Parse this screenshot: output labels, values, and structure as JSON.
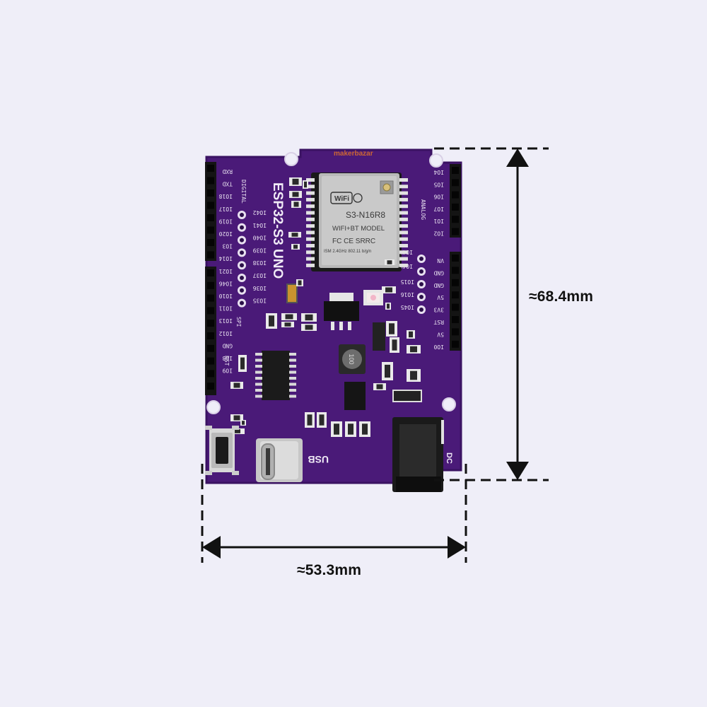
{
  "dimensions": {
    "height_label": "≈68.4mm",
    "width_label": "≈53.3mm"
  },
  "board": {
    "name_silkscreen": "ESP32-S3 UNO",
    "brand_logo": "makerbazar",
    "pcb_color": "#4a1a78",
    "background_color": "#efeef8",
    "labels": {
      "usb": "USB",
      "dc": "DC",
      "digital": "DIGITAL",
      "analog": "ANALOG",
      "spi": "SPI",
      "inductor": "100"
    },
    "left_header_labels": [
      "RXD",
      "TXD",
      "IO18",
      "IO17",
      "IO19",
      "IO20",
      "IO3",
      "IO14",
      "IO21",
      "IO46",
      "IO10",
      "IO11",
      "IO13",
      "IO12",
      "GND",
      "IO8",
      "IO9"
    ],
    "right_header_labels": [
      "IO4",
      "IO5",
      "IO6",
      "IO7",
      "IO1",
      "IO2"
    ],
    "power_header_labels": [
      "VN",
      "GND",
      "GND",
      "5V",
      "3V3",
      "RST",
      "5V",
      "IO0"
    ],
    "inner_left_labels": [
      "IO42",
      "IO41",
      "IO40",
      "IO39",
      "IO38",
      "IO37",
      "IO36",
      "IO35"
    ],
    "inner_right_labels": [
      "IO47",
      "IO48",
      "IO15",
      "IO16",
      "IO45"
    ],
    "reset_label": "RST"
  },
  "module": {
    "model": "S3-N16R8",
    "line1": "WIFI+BT MODEL",
    "line2": "FC CE SRRC",
    "line3": "ISM 2.4GHz 802.11 b/g/n",
    "wifi_badge": "WiFi"
  }
}
